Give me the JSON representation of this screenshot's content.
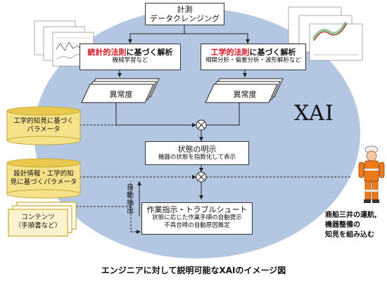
{
  "measurement": {
    "line1": "計測",
    "line2": "データクレンジング"
  },
  "statistical": {
    "title_bold": "統計的法則",
    "title_rest": "に基づく解析",
    "sub": "機械学習など"
  },
  "engineering": {
    "title_bold": "工学的法則",
    "title_rest": "に基づく解析",
    "sub": "相関分析・偏差分析・波形解析など"
  },
  "anomaly": {
    "left": "異常度",
    "right": "異常度"
  },
  "xai_label": "XAI",
  "cyl1": {
    "text": "工学的知見に基づく\nパラメータ"
  },
  "cyl2": {
    "text": "設計情報・工学的知\n見に基づくパラメータ"
  },
  "contents": {
    "text": "コンテンツ\n（手順書など）"
  },
  "state": {
    "title": "状態の明示",
    "sub": "機器の状態を指数化して表示"
  },
  "auto_extract": "自動抽出",
  "work": {
    "title": "作業指示・トラブルシュート",
    "sub1": "状態に応じた作業手順の自動提示",
    "sub2": "不具合時の自動原因推定"
  },
  "engineer_note": {
    "l1": "商船三井の運航,",
    "l2": "機器整備の",
    "l3": "知見を組み込む"
  },
  "caption": "エンジニアに対して説明可能なXAIのイメージ図",
  "colors": {
    "ellipse": "#b3c7e2",
    "cylinder": "#f5e28a",
    "cylinder_dark": "#e8c94e",
    "red": "#d4121f",
    "contents_border": "#d9b84a"
  }
}
